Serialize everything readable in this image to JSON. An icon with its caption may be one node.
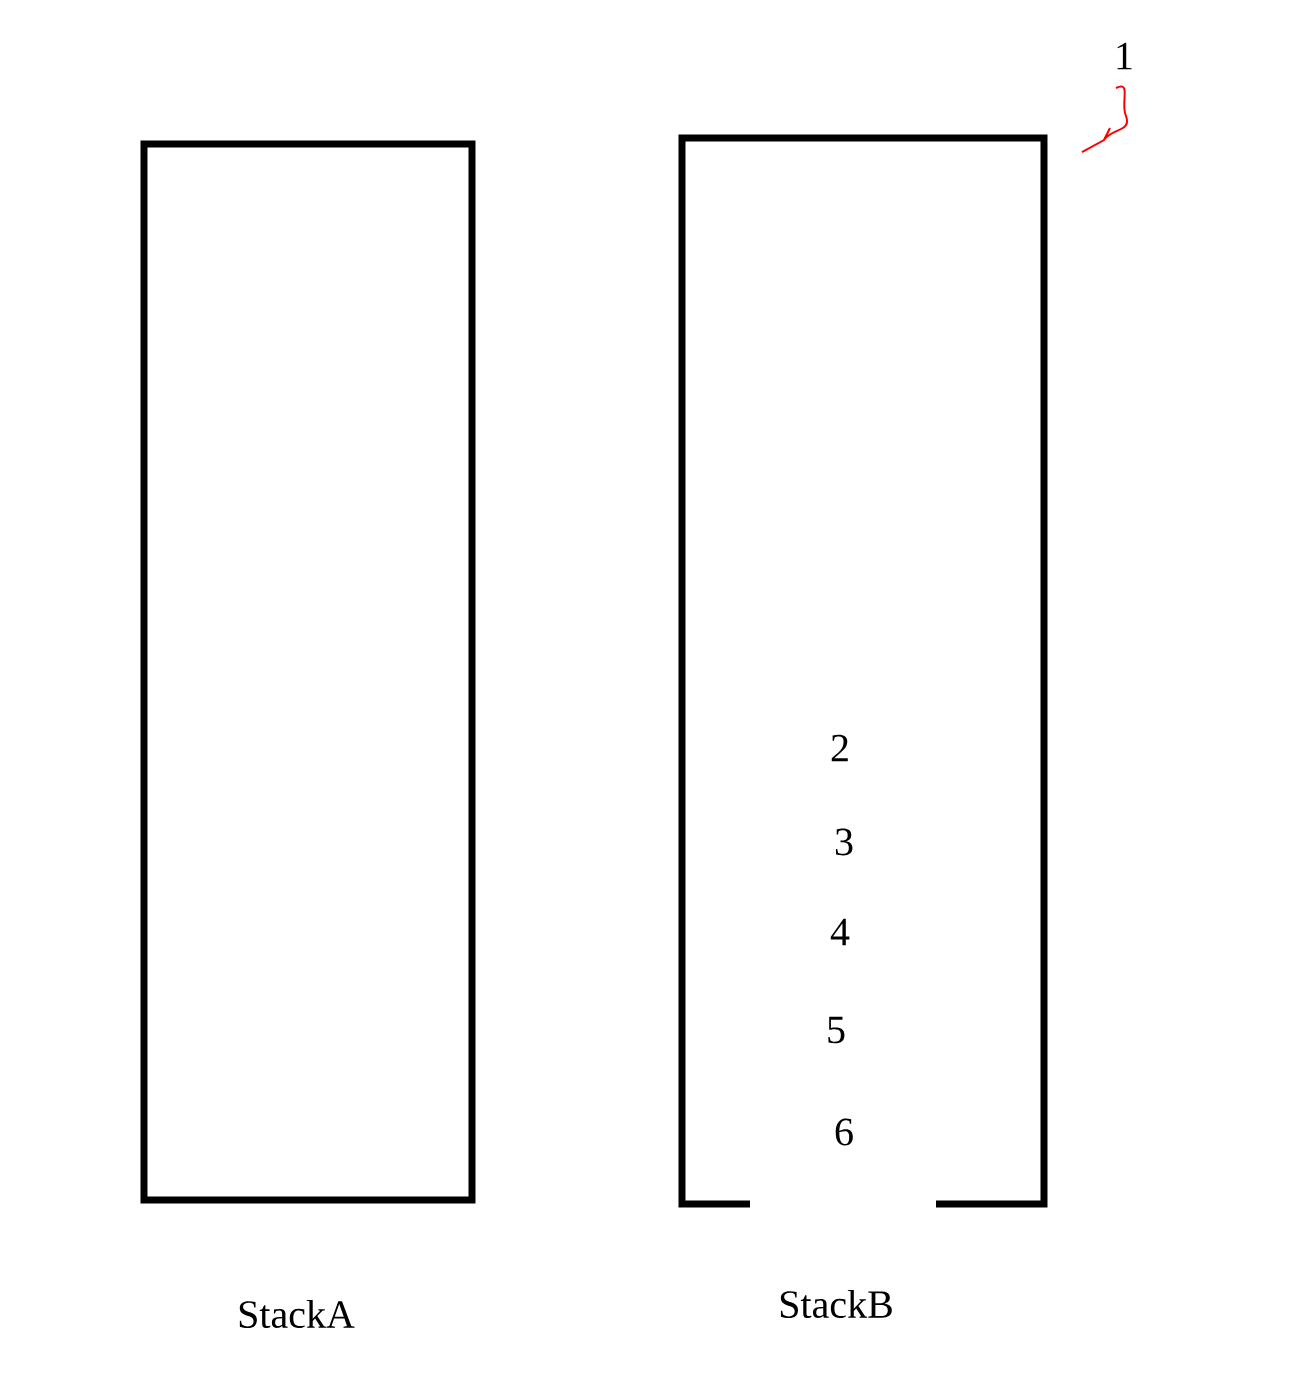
{
  "diagram": {
    "nodes": [
      {
        "text": [
          "StackA"
        ]
      },
      {
        "text": [
          "2",
          "3",
          "4",
          "5",
          "6",
          "StackB"
        ]
      }
    ],
    "labels": [
      "1"
    ]
  }
}
